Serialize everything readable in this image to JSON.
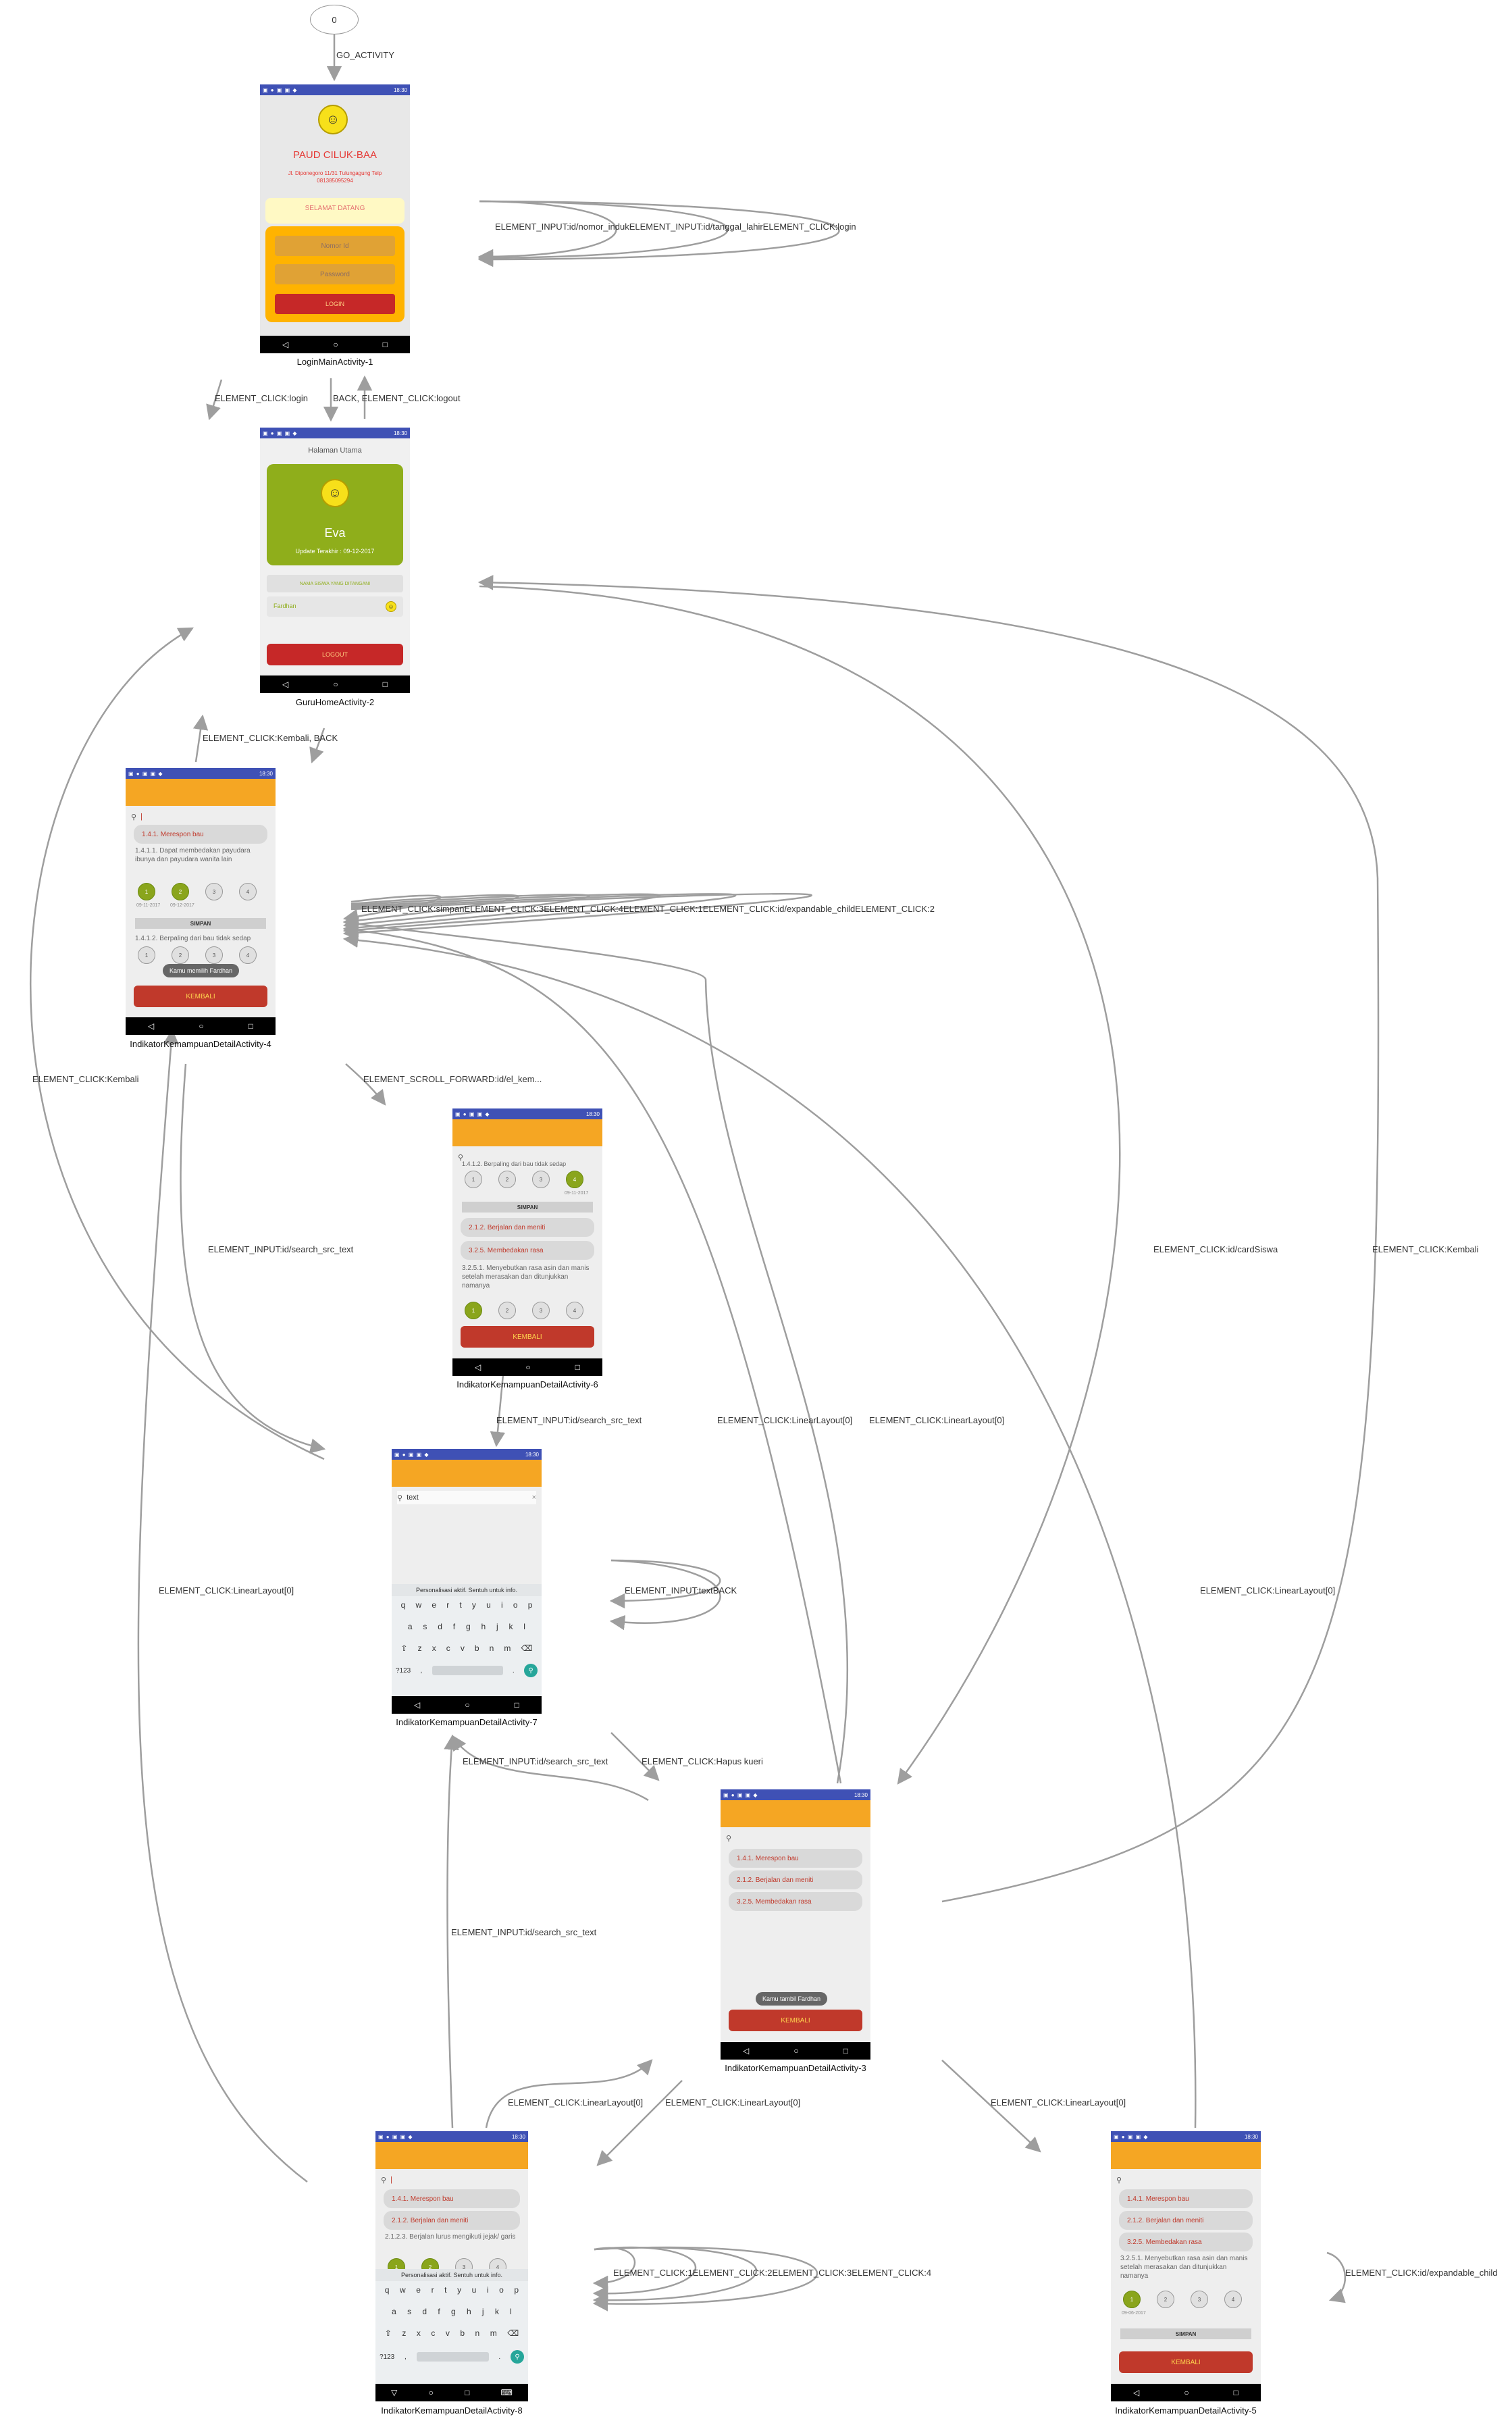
{
  "start_node": {
    "label": "0"
  },
  "edge_labels": {
    "go_activity": "GO_ACTIVITY",
    "login_self": "ELEMENT_INPUT:id/nomor_indukELEMENT_INPUT:id/tanggal_lahirELEMENT_CLICK:login",
    "login_to_home": "ELEMENT_CLICK:login",
    "home_to_login": "BACK, ELEMENT_CLICK:logout",
    "a4_to_home": "ELEMENT_CLICK:Kembali, BACK",
    "a4_self": "ELEMENT_CLICK:simpanELEMENT_CLICK:3ELEMENT_CLICK:4ELEMENT_CLICK:1ELEMENT_CLICK:id/expandable_childELEMENT_CLICK:2",
    "a4_to_a6": "ELEMENT_SCROLL_FORWARD:id/el_kem...",
    "a7_to_home": "ELEMENT_CLICK:Kembali",
    "a4_to_a7": "ELEMENT_INPUT:id/search_src_text",
    "a6_to_a7": "ELEMENT_INPUT:id/search_src_text",
    "a3_to_a4_left": "ELEMENT_CLICK:LinearLayout[0]",
    "a3_to_a4_right": "ELEMENT_CLICK:LinearLayout[0]",
    "home_to_a3": "ELEMENT_CLICK:id/cardSiswa",
    "a3_to_home": "ELEMENT_CLICK:Kembali",
    "a7_self": "ELEMENT_INPUT:textBACK",
    "a8_to_a4": "ELEMENT_CLICK:LinearLayout[0]",
    "a5_to_a4": "ELEMENT_CLICK:LinearLayout[0]",
    "a3_to_a7": "ELEMENT_INPUT:id/search_src_text",
    "a7_to_a3": "ELEMENT_CLICK:Hapus kueri",
    "a8_to_a7": "ELEMENT_INPUT:id/search_src_text",
    "a8_to_a3": "ELEMENT_CLICK:LinearLayout[0]",
    "a3_to_a8": "ELEMENT_CLICK:LinearLayout[0]",
    "a3_to_a5": "ELEMENT_CLICK:LinearLayout[0]",
    "a8_self": "ELEMENT_CLICK:1ELEMENT_CLICK:2ELEMENT_CLICK:3ELEMENT_CLICK:4",
    "a5_self": "ELEMENT_CLICK:id/expandable_child"
  },
  "screens": {
    "login": {
      "caption": "LoginMainActivity-1",
      "status_time": "18:30",
      "title": "PAUD CILUK-BAA",
      "address": "Jl. Diponegoro 11/31 Tulungagung Telp 081385095294",
      "welcome": "SELAMAT DATANG",
      "nomor_placeholder": "Nomor Id",
      "password_placeholder": "Password",
      "login_button": "LOGIN"
    },
    "home": {
      "caption": "GuruHomeActivity-2",
      "status_time": "18:30",
      "header": "Halaman Utama",
      "student_name": "Eva",
      "update_text": "Update Terakhir : 09-12-2017",
      "info_heading": "NAMA SISWA YANG DITANGANI",
      "student_row": "Fardhan",
      "logout_button": "LOGOUT"
    },
    "a3": {
      "caption": "IndikatorKemampuanDetailActivity-3",
      "status_time": "18:30",
      "items": [
        "1.4.1. Merespon bau",
        "2.1.2. Berjalan dan meniti",
        "3.2.5. Membedakan rasa"
      ],
      "toast": "Kamu tambil Fardhan",
      "kembali": "KEMBALI"
    },
    "a4": {
      "caption": "IndikatorKemampuanDetailActivity-4",
      "status_time": "18:30",
      "item": "1.4.1. Merespon bau",
      "desc1": "1.4.1.1. Dapat membedakan payudara ibunya dan payudara wanita lain",
      "date1": "09-11-2017",
      "date2": "09-12-2017",
      "simpan": "SIMPAN",
      "desc2": "1.4.1.2. Berpaling dari bau tidak sedap",
      "toast": "Kamu memilih Fardhan",
      "kembali": "KEMBALI"
    },
    "a5": {
      "caption": "IndikatorKemampuanDetailActivity-5",
      "status_time": "18:30",
      "items": [
        "1.4.1. Merespon bau",
        "2.1.2. Berjalan dan meniti",
        "3.2.5. Membedakan rasa"
      ],
      "desc": "3.2.5.1. Menyebutkan rasa asin dan manis setelah merasakan dan ditunjukkan namanya",
      "date": "09-06-2017",
      "simpan": "SIMPAN",
      "kembali": "KEMBALI"
    },
    "a6": {
      "caption": "IndikatorKemampuanDetailActivity-6",
      "status_time": "18:30",
      "top_desc": "1.4.1.2. Berpaling dari bau tidak sedap",
      "date": "09-11-2017",
      "simpan": "SIMPAN",
      "items": [
        "2.1.2. Berjalan dan meniti",
        "3.2.5. Membedakan rasa"
      ],
      "desc": "3.2.5.1. Menyebutkan rasa asin dan manis setelah merasakan dan ditunjukkan namanya",
      "kembali": "KEMBALI"
    },
    "a7": {
      "caption": "IndikatorKemampuanDetailActivity-7",
      "status_time": "18:30",
      "search_text": "text",
      "kbd_hint": "Personalisasi aktif. Sentuh untuk info.",
      "kbd_row1": [
        "q",
        "w",
        "e",
        "r",
        "t",
        "y",
        "u",
        "i",
        "o",
        "p"
      ],
      "kbd_row2": [
        "a",
        "s",
        "d",
        "f",
        "g",
        "h",
        "j",
        "k",
        "l"
      ],
      "kbd_row3": [
        "z",
        "x",
        "c",
        "v",
        "b",
        "n",
        "m"
      ],
      "kbd_lang": "?123"
    },
    "a8": {
      "caption": "IndikatorKemampuanDetailActivity-8",
      "status_time": "18:30",
      "items": [
        "1.4.1. Merespon bau",
        "2.1.2. Berjalan dan meniti"
      ],
      "desc": "2.1.2.3. Berjalan lurus mengikuti jejak/ garis",
      "kbd_hint": "Personalisasi aktif. Sentuh untuk info.",
      "kbd_row1": [
        "q",
        "w",
        "e",
        "r",
        "t",
        "y",
        "u",
        "i",
        "o",
        "p"
      ],
      "kbd_row2": [
        "a",
        "s",
        "d",
        "f",
        "g",
        "h",
        "j",
        "k",
        "l"
      ],
      "kbd_row3": [
        "z",
        "x",
        "c",
        "v",
        "b",
        "n",
        "m"
      ],
      "kbd_lang": "?123"
    }
  }
}
